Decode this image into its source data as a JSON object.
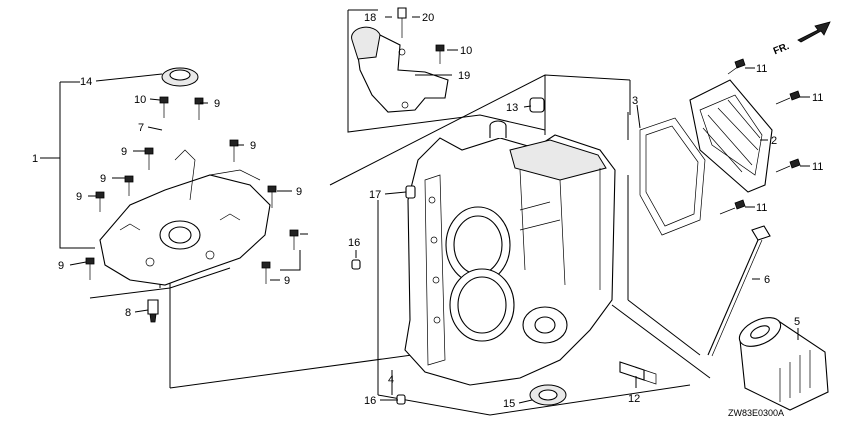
{
  "diagram": {
    "code": "ZW83E0300A",
    "direction_label": "FR.",
    "callouts": {
      "c1": "1",
      "c2": "2",
      "c3": "3",
      "c4": "4",
      "c5": "5",
      "c6": "6",
      "c7": "7",
      "c8": "8",
      "c9a": "9",
      "c9b": "9",
      "c9c": "9",
      "c9d": "9",
      "c9e": "9",
      "c9f": "9",
      "c9g": "9",
      "c9h": "9",
      "c10a": "10",
      "c10b": "10",
      "c11a": "11",
      "c11b": "11",
      "c11c": "11",
      "c11d": "11",
      "c12": "12",
      "c13": "13",
      "c14": "14",
      "c15": "15",
      "c16a": "16",
      "c16b": "16",
      "c17": "17",
      "c18": "18",
      "c19": "19",
      "c20": "20"
    }
  }
}
